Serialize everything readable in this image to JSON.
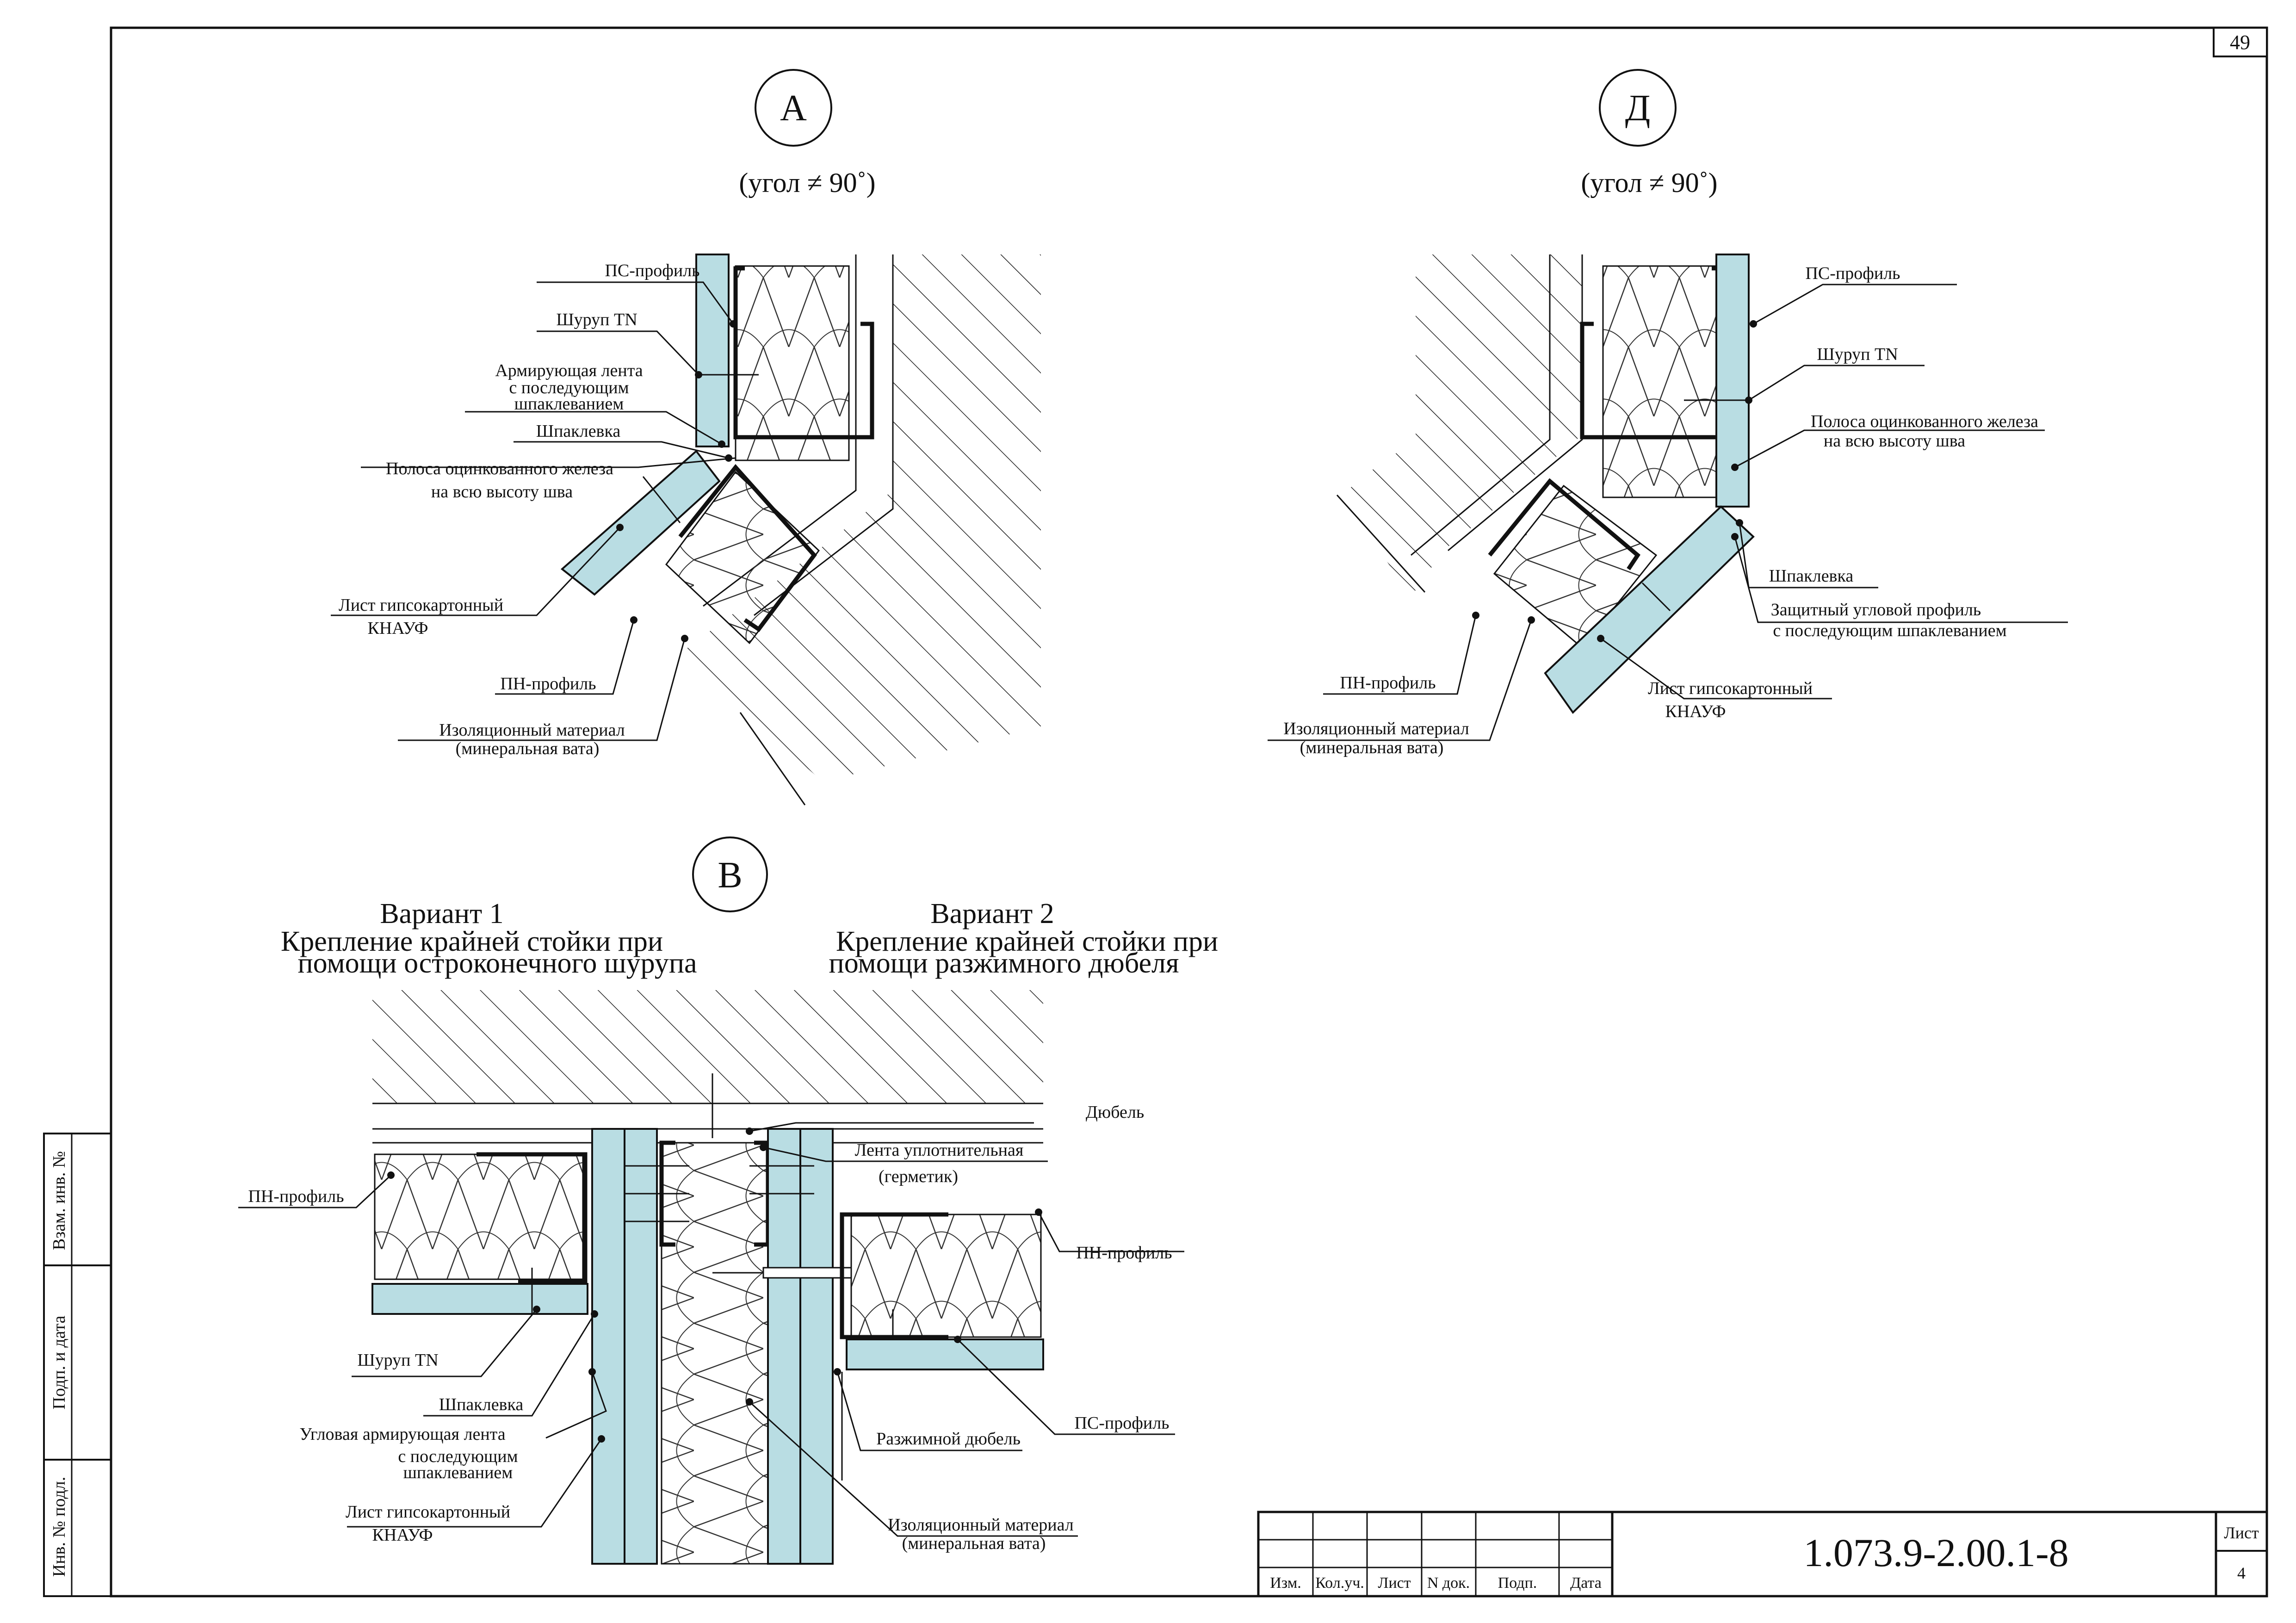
{
  "sheet": {
    "page_number": "49",
    "side_stamp": [
      "Взам. инв. №",
      "Подп. и дата",
      "Инв. № подл."
    ],
    "title_block": {
      "code": "1.073.9-2.00.1-8",
      "sheet_label": "Лист",
      "sheet_number": "4",
      "columns": [
        "Изм.",
        "Кол.уч.",
        "Лист",
        "N док.",
        "Подп.",
        "Дата"
      ]
    }
  },
  "detail_a": {
    "marker": "А",
    "subtitle": "(угол ≠ 90˚)",
    "labels": {
      "ps_profile": "ПС-профиль",
      "screw": "Шуруп TN",
      "tape_1": "Армирующая лента",
      "tape_2": "с последующим",
      "tape_3": "шпаклеванием",
      "putty": "Шпаклевка",
      "strip_1": "Полоса оцинкованного железа",
      "strip_2": "на всю высоту шва",
      "gkl_1": "Лист гипсокартонный",
      "gkl_2": "КНАУФ",
      "pn_profile": "ПН-профиль",
      "insul_1": "Изоляционный материал",
      "insul_2": "(минеральная вата)"
    }
  },
  "detail_d": {
    "marker": "Д",
    "subtitle": "(угол ≠ 90˚)",
    "labels": {
      "ps_profile": "ПС-профиль",
      "screw": "Шуруп TN",
      "strip_1": "Полоса оцинкованного железа",
      "strip_2": "на всю высоту шва",
      "putty": "Шпаклевка",
      "corner_1": "Защитный угловой профиль",
      "corner_2": "с последующим шпаклеванием",
      "gkl_1": "Лист гипсокартонный",
      "gkl_2": "КНАУФ",
      "pn_profile": "ПН-профиль",
      "insul_1": "Изоляционный материал",
      "insul_2": "(минеральная вата)"
    }
  },
  "detail_b": {
    "marker": "В",
    "variant1": [
      "Вариант 1",
      "Крепление крайней стойки при",
      "помощи остроконечного шурупа"
    ],
    "variant2": [
      "Вариант 2",
      "Крепление крайней стойки при",
      "помощи разжимного дюбеля"
    ],
    "labels": {
      "dowel": "Дюбель",
      "seal_1": "Лента уплотнительная",
      "seal_2": "(герметик)",
      "pn_left": "ПН-профиль",
      "pn_right": "ПН-профиль",
      "screw": "Шуруп TN",
      "putty": "Шпаклевка",
      "corner_tape_1": "Угловая армирующая лента",
      "corner_tape_2": "с последующим",
      "corner_tape_3": "шпаклеванием",
      "gkl_1": "Лист гипсокартонный",
      "gkl_2": "КНАУФ",
      "ps_profile": "ПС-профиль",
      "exp_dowel": "Разжимной дюбель",
      "insul_1": "Изоляционный материал",
      "insul_2": "(минеральная вата)"
    }
  }
}
